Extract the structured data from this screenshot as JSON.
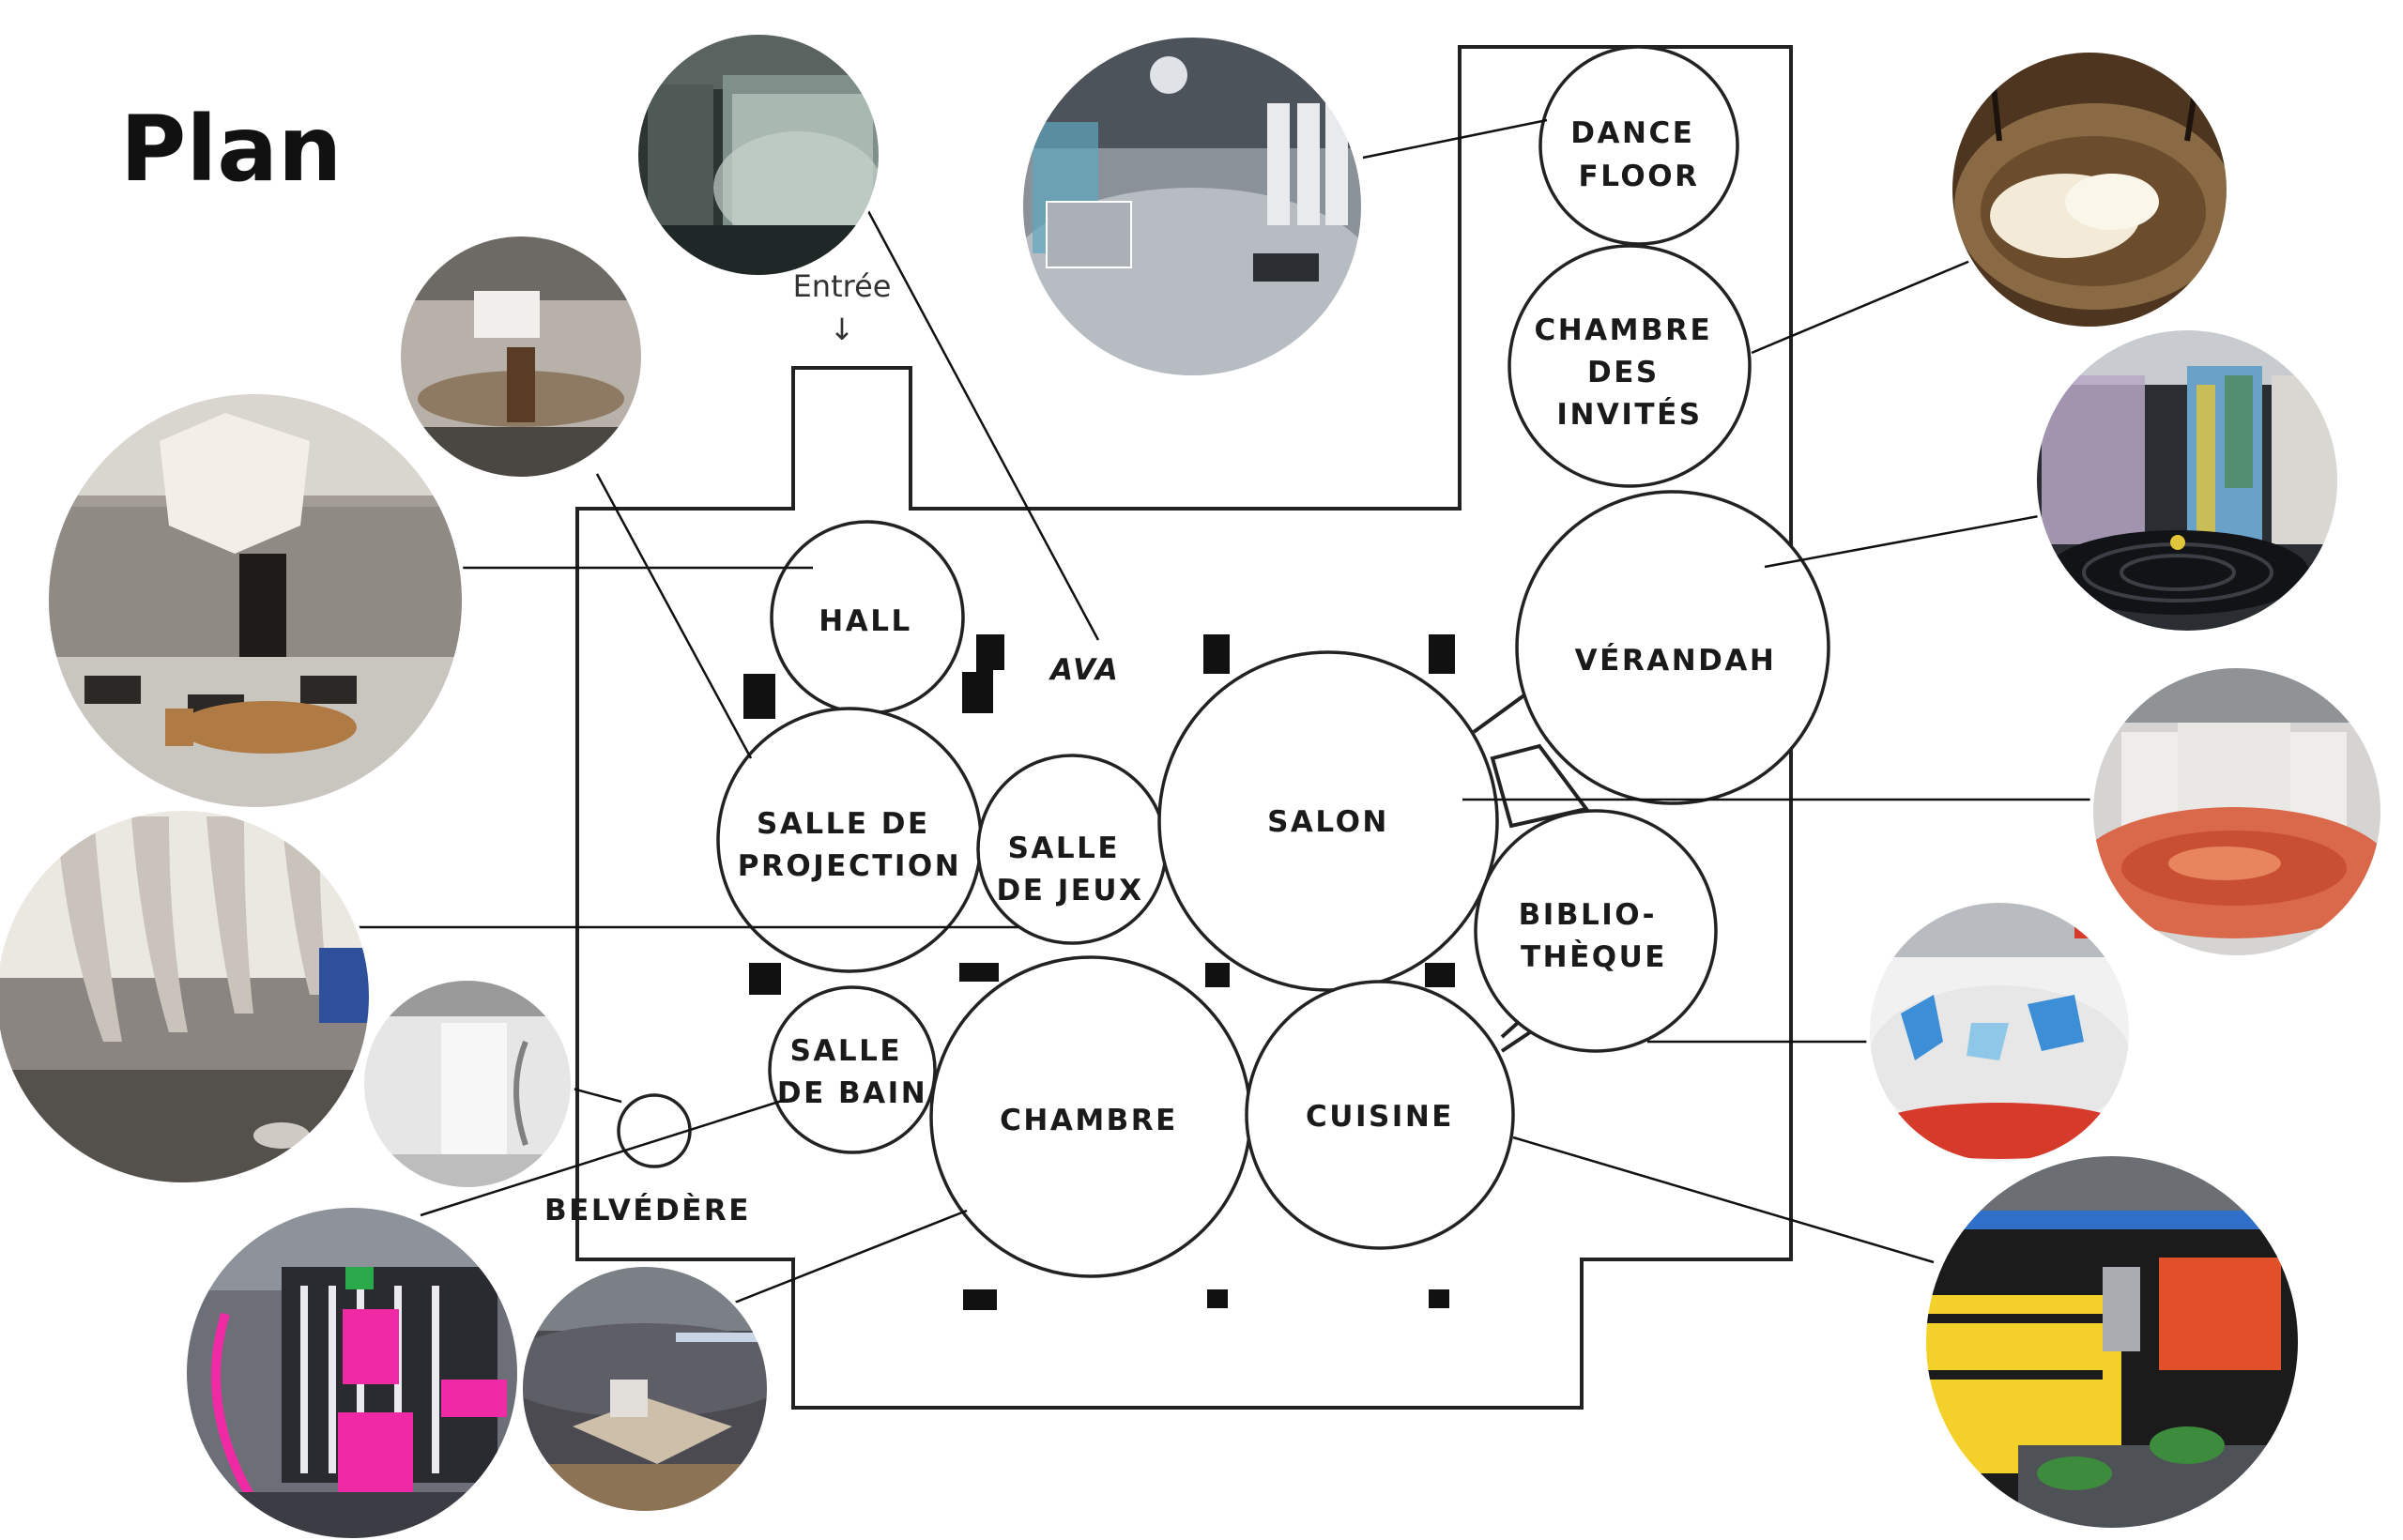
{
  "page": {
    "title": "Plan",
    "entrance_label": "Entrée",
    "entrance_arrow": "↓",
    "ava_label": "AVA"
  },
  "colors": {
    "line": "#222222",
    "text": "#1a1a1a",
    "background": "#ffffff"
  },
  "rooms": [
    {
      "id": "dance-floor",
      "lines": [
        "DANCE",
        "FLOOR"
      ]
    },
    {
      "id": "chambre-des-invites",
      "lines": [
        "CHAMBRE",
        "DES",
        "INVITÉS"
      ]
    },
    {
      "id": "verandah",
      "lines": [
        "VÉRANDAH"
      ]
    },
    {
      "id": "hall",
      "lines": [
        "HALL"
      ]
    },
    {
      "id": "salle-de-projection",
      "lines": [
        "SALLE DE",
        "PROJECTION"
      ]
    },
    {
      "id": "salle-de-jeux",
      "lines": [
        "SALLE",
        "DE JEUX"
      ]
    },
    {
      "id": "salon",
      "lines": [
        "SALON"
      ]
    },
    {
      "id": "bibliotheque",
      "lines": [
        "BIBLIO-",
        "THÈQUE"
      ]
    },
    {
      "id": "salle-de-bain",
      "lines": [
        "SALLE",
        "DE BAIN"
      ]
    },
    {
      "id": "chambre",
      "lines": [
        "CHAMBRE"
      ]
    },
    {
      "id": "cuisine",
      "lines": [
        "CUISINE"
      ]
    },
    {
      "id": "belvedere",
      "lines": [
        "BELVÉDÈRE"
      ]
    }
  ],
  "photos": [
    {
      "id": "photo-ava-forest",
      "palette": [
        "#9aa8a4",
        "#3e4a46",
        "#1c2422"
      ]
    },
    {
      "id": "photo-dance-floor",
      "palette": [
        "#c9ccd0",
        "#7d848c",
        "#3b4148"
      ]
    },
    {
      "id": "photo-salle-de-projection",
      "palette": [
        "#d6d0c8",
        "#8f8a84",
        "#4a4540"
      ]
    },
    {
      "id": "photo-hall",
      "palette": [
        "#e4dfd8",
        "#a8a29a",
        "#5a5148"
      ]
    },
    {
      "id": "photo-salle-de-jeux",
      "palette": [
        "#f2efea",
        "#b9b4ad",
        "#55504a"
      ]
    },
    {
      "id": "photo-belvedere",
      "palette": [
        "#eeeeee",
        "#c4c4c4",
        "#707070"
      ]
    },
    {
      "id": "photo-salle-de-bain",
      "palette": [
        "#f02aa5",
        "#6b6f76",
        "#1e1e26"
      ]
    },
    {
      "id": "photo-chambre",
      "palette": [
        "#b6a48e",
        "#6f6a66",
        "#2e2d30"
      ]
    },
    {
      "id": "photo-chambre-des-invites",
      "palette": [
        "#e9dcc2",
        "#8a6a44",
        "#3a2a1a"
      ]
    },
    {
      "id": "photo-verandah",
      "palette": [
        "#b9c9d6",
        "#6e7f8c",
        "#1f2226"
      ]
    },
    {
      "id": "photo-salon",
      "palette": [
        "#e8e6e4",
        "#d9694a",
        "#a83a24"
      ]
    },
    {
      "id": "photo-bibliotheque",
      "palette": [
        "#f3f3f3",
        "#3c8fd6",
        "#d53a2a"
      ]
    },
    {
      "id": "photo-cuisine",
      "palette": [
        "#f4d12a",
        "#2f6fc8",
        "#1b1b1b"
      ]
    }
  ]
}
